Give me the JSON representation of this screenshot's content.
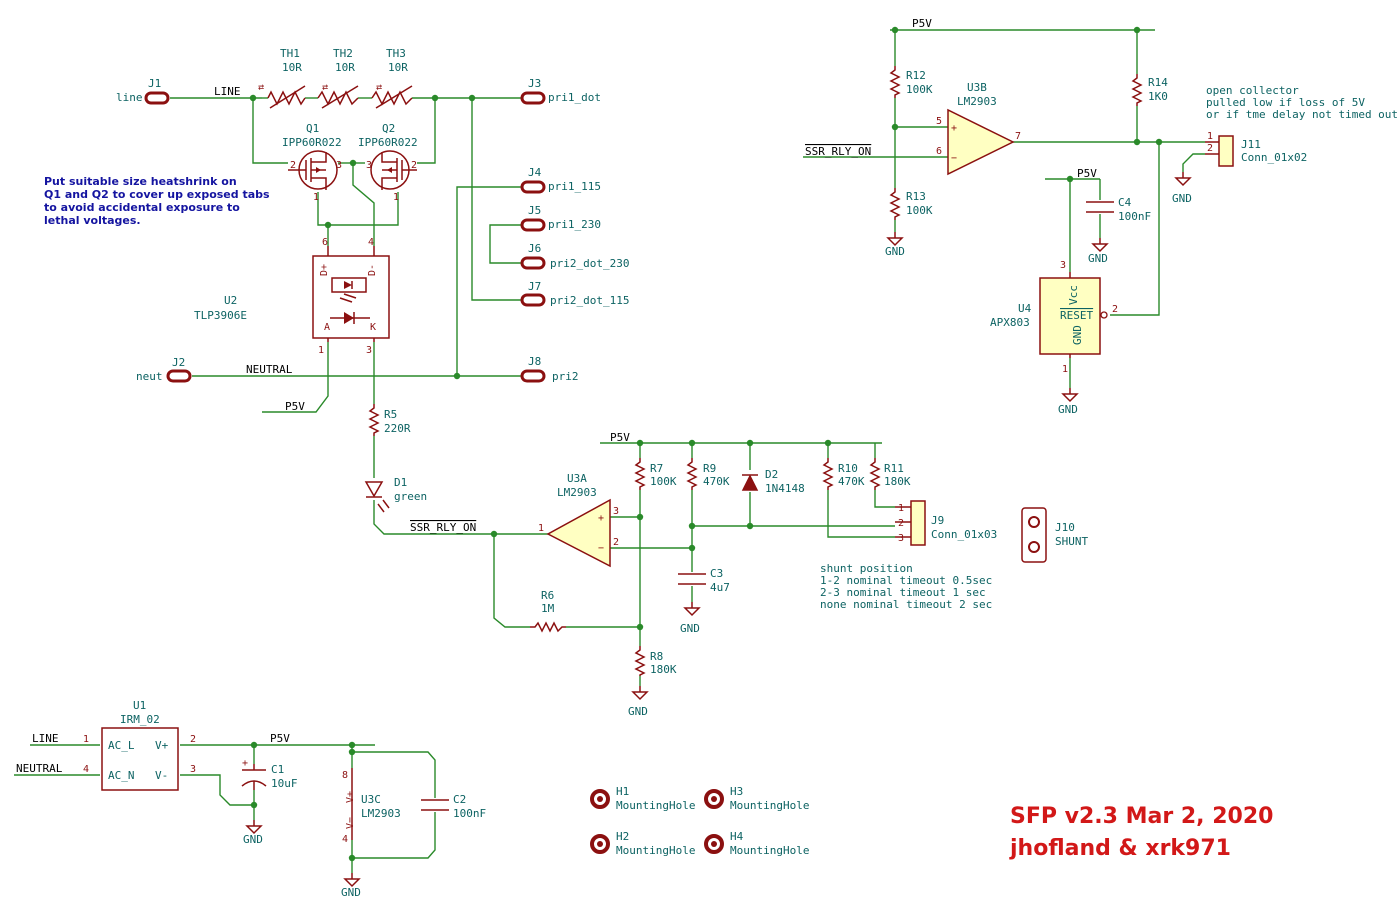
{
  "nets": {
    "p5v": "P5V",
    "gnd": "GND",
    "line": "LINE",
    "neutral": "NEUTRAL",
    "ssr": "SSR_RLY_ON"
  },
  "connectors": {
    "j1": {
      "ref": "J1",
      "label": "line"
    },
    "j2": {
      "ref": "J2",
      "label": "neut"
    },
    "j3": {
      "ref": "J3",
      "label": "pri1_dot"
    },
    "j4": {
      "ref": "J4",
      "label": "pri1_115"
    },
    "j5": {
      "ref": "J5",
      "label": "pri1_230"
    },
    "j6": {
      "ref": "J6",
      "label": "pri2_dot_230"
    },
    "j7": {
      "ref": "J7",
      "label": "pri2_dot_115"
    },
    "j8": {
      "ref": "J8",
      "label": "pri2"
    },
    "j9": {
      "ref": "J9",
      "value": "Conn_01x03"
    },
    "j10": {
      "ref": "J10",
      "value": "SHUNT"
    },
    "j11": {
      "ref": "J11",
      "value": "Conn_01x02"
    }
  },
  "thermistors": [
    {
      "ref": "TH1",
      "value": "10R"
    },
    {
      "ref": "TH2",
      "value": "10R"
    },
    {
      "ref": "TH3",
      "value": "10R"
    }
  ],
  "mosfets": [
    {
      "ref": "Q1",
      "value": "IPP60R022"
    },
    {
      "ref": "Q2",
      "value": "IPP60R022"
    }
  ],
  "u2": {
    "ref": "U2",
    "value": "TLP3906E"
  },
  "heatshrink_note": [
    "Put suitable size heatshrink on",
    "Q1 and Q2 to cover up exposed tabs",
    "to avoid accidental exposure to",
    "lethal voltages."
  ],
  "resistors": {
    "r5": {
      "ref": "R5",
      "value": "220R"
    },
    "r6": {
      "ref": "R6",
      "value": "1M"
    },
    "r7": {
      "ref": "R7",
      "value": "100K"
    },
    "r8": {
      "ref": "R8",
      "value": "180K"
    },
    "r9": {
      "ref": "R9",
      "value": "470K"
    },
    "r10": {
      "ref": "R10",
      "value": "470K"
    },
    "r11": {
      "ref": "R11",
      "value": "180K"
    },
    "r12": {
      "ref": "R12",
      "value": "100K"
    },
    "r13": {
      "ref": "R13",
      "value": "100K"
    },
    "r14": {
      "ref": "R14",
      "value": "1K0"
    }
  },
  "d1": {
    "ref": "D1",
    "value": "green"
  },
  "d2": {
    "ref": "D2",
    "value": "1N4148"
  },
  "capacitors": {
    "c1": {
      "ref": "C1",
      "value": "10uF"
    },
    "c2": {
      "ref": "C2",
      "value": "100nF"
    },
    "c3": {
      "ref": "C3",
      "value": "4u7"
    },
    "c4": {
      "ref": "C4",
      "value": "100nF"
    }
  },
  "u3a": {
    "ref": "U3A",
    "value": "LM2903"
  },
  "u3b": {
    "ref": "U3B",
    "value": "LM2903"
  },
  "u3c": {
    "ref": "U3C",
    "value": "LM2903"
  },
  "u1": {
    "ref": "U1",
    "value": "IRM_02",
    "pin_acl": "AC_L",
    "pin_acn": "AC_N",
    "pin_vp": "V+",
    "pin_vm": "V-"
  },
  "u4": {
    "ref": "U4",
    "value": "APX803",
    "pin_vcc": "Vcc",
    "pin_reset": "RESET",
    "pin_gnd": "GND"
  },
  "open_collector_note": [
    "open collector",
    "pulled low if loss of 5V",
    "or if tme delay not timed out"
  ],
  "shunt_note": [
    "shunt position",
    "1-2   nominal timeout  0.5sec",
    "2-3   nominal timeout  1 sec",
    "none  nominal timeout  2 sec"
  ],
  "mounting_holes": [
    {
      "ref": "H1",
      "value": "MountingHole"
    },
    {
      "ref": "H2",
      "value": "MountingHole"
    },
    {
      "ref": "H3",
      "value": "MountingHole"
    },
    {
      "ref": "H4",
      "value": "MountingHole"
    }
  ],
  "title_block": {
    "line1": "SFP v2.3  Mar 2, 2020",
    "line2": "jhofland & xrk971"
  },
  "colors": {
    "wire": "#2a8a2a",
    "part": "#8b1010",
    "fill": "#ffffc2",
    "text": "#0d6363",
    "title": "#d21818",
    "note": "#1414a0"
  }
}
